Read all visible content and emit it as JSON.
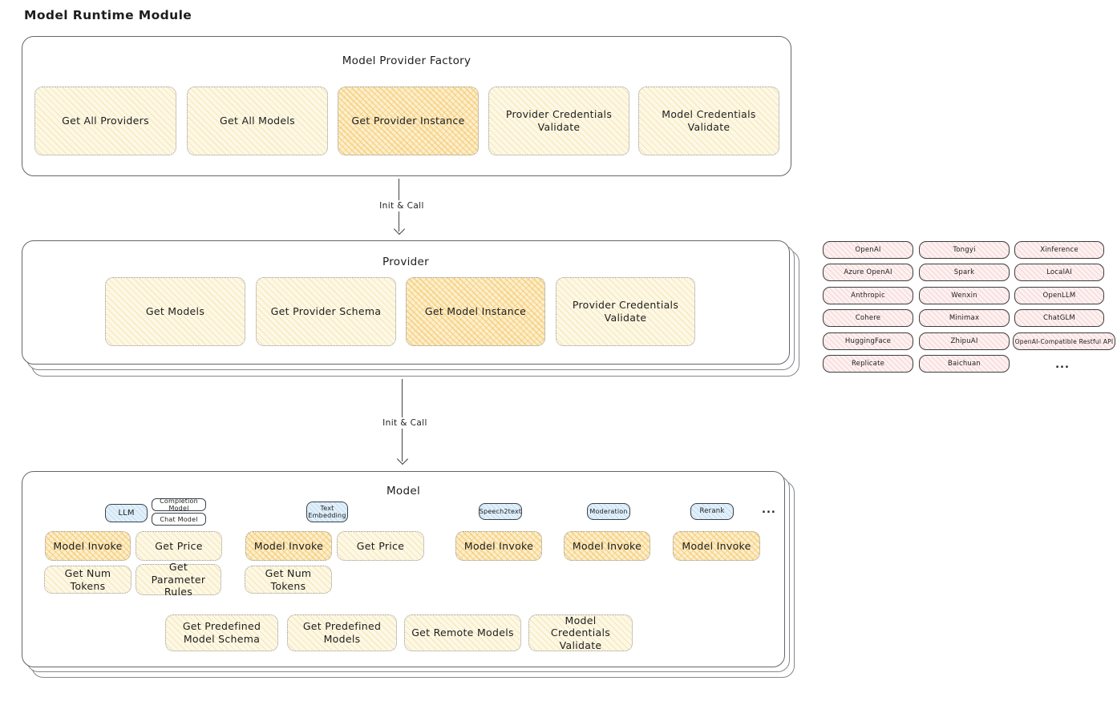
{
  "title": "Model Runtime Module",
  "arrows": {
    "label1": "Init & Call",
    "label2": "Init & Call"
  },
  "factory": {
    "title": "Model Provider Factory",
    "buttons": [
      "Get All Providers",
      "Get All Models",
      "Get Provider Instance",
      "Provider Credentials Validate",
      "Model Credentials Validate"
    ]
  },
  "provider": {
    "title": "Provider",
    "buttons": [
      "Get Models",
      "Get Provider Schema",
      "Get Model Instance",
      "Provider Credentials Validate"
    ]
  },
  "providers": {
    "items": [
      "OpenAI",
      "Tongyi",
      "Xinference",
      "Azure OpenAI",
      "Spark",
      "LocalAI",
      "Anthropic",
      "Wenxin",
      "OpenLLM",
      "Cohere",
      "Minimax",
      "ChatGLM",
      "HuggingFace",
      "ZhipuAI",
      "OpenAI-Compatible Restful API",
      "Replicate",
      "Baichuan"
    ],
    "more": "..."
  },
  "model": {
    "title": "Model",
    "badges": [
      "LLM",
      "Completion Model",
      "Chat Model",
      "Text Embedding",
      "Speech2text",
      "Moderation",
      "Rerank"
    ],
    "more": "...",
    "invoke": "Model Invoke",
    "get_price": "Get Price",
    "get_num_tokens": "Get Num Tokens",
    "get_parameter_rules": "Get Parameter Rules",
    "get_predefined_model_schema": "Get Predefined Model Schema",
    "get_predefined_models": "Get Predefined Models",
    "get_remote_models": "Get Remote Models",
    "model_credentials_validate": "Model Credentials Validate"
  },
  "colors": {
    "button_yellow": "#fdf8e6",
    "button_orange_hatch": "#f6c464",
    "chip_pink": "#fdf1f1",
    "badge_blue": "#e2f0fa",
    "box_border": "#63666a",
    "text": "#1d1d1d"
  }
}
